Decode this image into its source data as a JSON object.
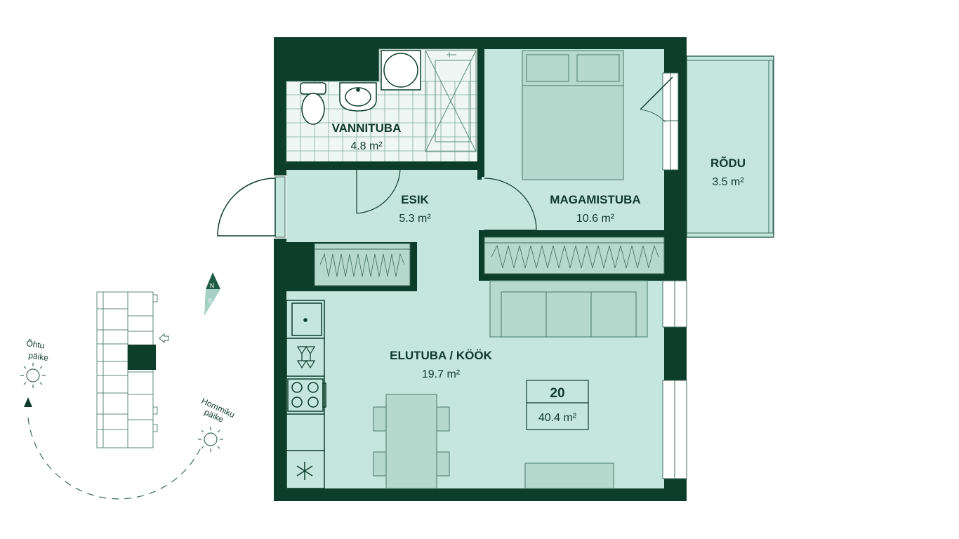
{
  "rooms": {
    "bathroom": {
      "name": "VANNITUBA",
      "area": "4.8 m²"
    },
    "hall": {
      "name": "ESIK",
      "area": "5.3 m²"
    },
    "bedroom": {
      "name": "MAGAMISTUBA",
      "area": "10.6 m²"
    },
    "balcony": {
      "name": "RÕDU",
      "area": "3.5 m²"
    },
    "living": {
      "name": "ELUTUBA / KÖÖK",
      "area": "19.7 m²"
    }
  },
  "apartment": {
    "number": "20",
    "total_area": "40.4 m²"
  },
  "compass": {
    "north": "N",
    "south": "S"
  },
  "sun": {
    "evening": [
      "Õhtu",
      "päike"
    ],
    "morning": [
      "Hommiku",
      "päike"
    ]
  },
  "colors": {
    "wall": "#0d3d2b",
    "floor": "#c5e6dc",
    "line": "#3d6b5c",
    "furniture": "#b6d9ce"
  }
}
